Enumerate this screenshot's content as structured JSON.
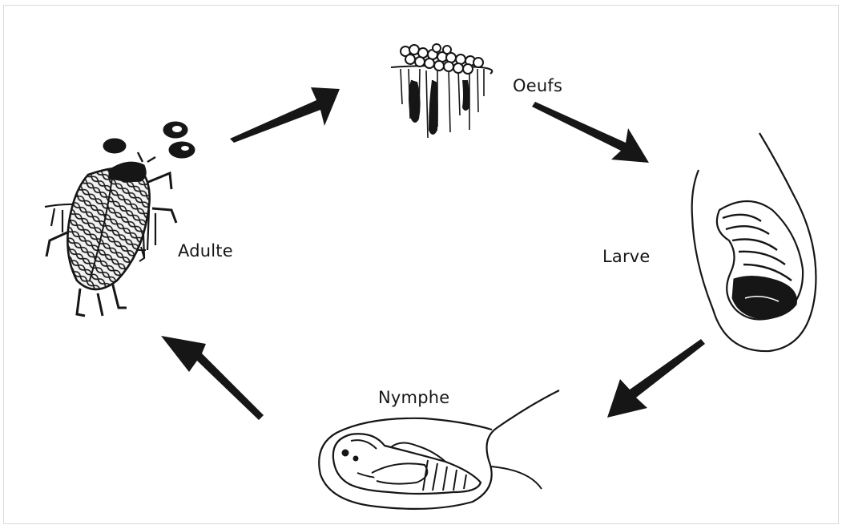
{
  "stages": {
    "eggs": "Oeufs",
    "larva": "Larve",
    "pupa": "Nymphe",
    "adult": "Adulte"
  },
  "colors": {
    "ink": "#161616",
    "paper": "#ffffff",
    "frame": "#dadada"
  }
}
